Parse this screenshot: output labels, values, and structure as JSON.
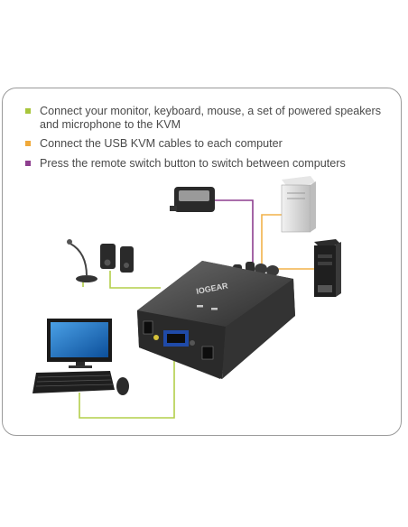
{
  "steps": [
    {
      "text": "Connect your monitor, keyboard, mouse, a set of powered speakers and microphone to the KVM",
      "color": "#a8c63c"
    },
    {
      "text": "Connect the USB KVM cables to each computer",
      "color": "#f0a93a"
    },
    {
      "text": "Press the remote switch button to switch between computers",
      "color": "#8e3f8f"
    }
  ],
  "kvm": {
    "brand": "IOGEAR"
  },
  "colors": {
    "green": "#b3cf4a",
    "orange": "#f2b24a",
    "purple": "#8e3f8f",
    "border": "#9a9a9a"
  }
}
